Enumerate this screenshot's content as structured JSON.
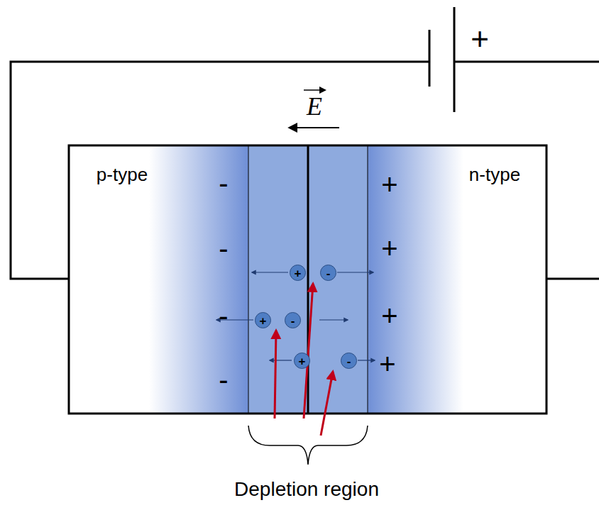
{
  "diagram": {
    "nodes": [
      {
        "text": [
          "p-type",
          "n-type"
        ]
      },
      {
        "text": [
          "+"
        ],
        "in": 0
      },
      {
        "text": [
          "-"
        ],
        "in": 0
      },
      {
        "text": [
          "+"
        ],
        "in": 0
      },
      {
        "text": [
          "-"
        ],
        "in": 0
      },
      {
        "text": [
          "+"
        ],
        "in": 0
      },
      {
        "text": [
          "-"
        ],
        "in": 0
      }
    ],
    "labels": [
      "+",
      "E",
      "-",
      "-",
      "-",
      "-",
      "+",
      "+",
      "+",
      "+",
      "Depletion region"
    ]
  }
}
